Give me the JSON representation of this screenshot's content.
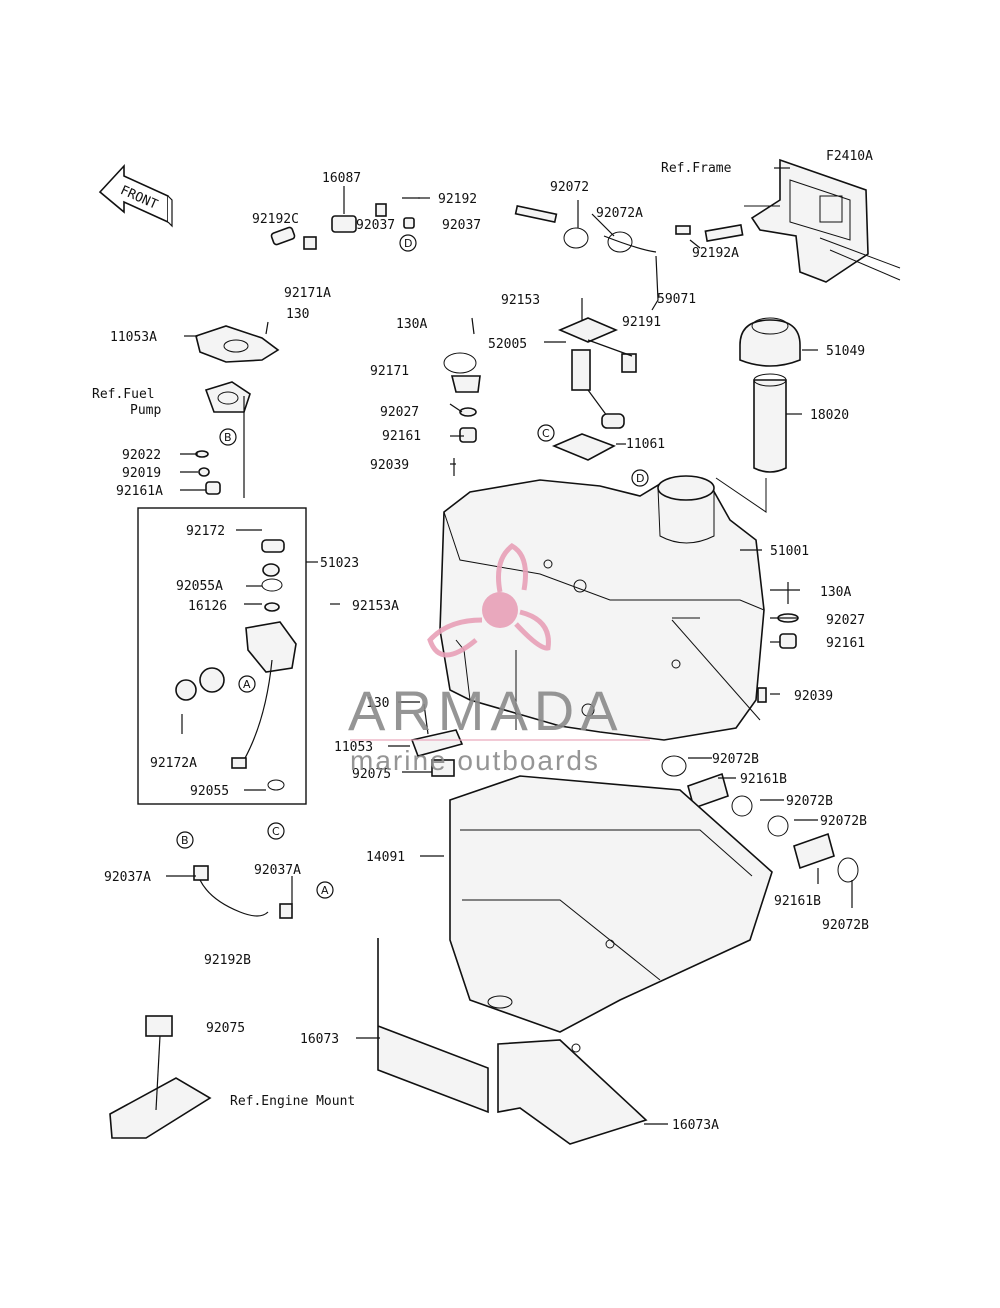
{
  "diagram": {
    "figure_code": "F2410A",
    "front_arrow": "FRONT",
    "callouts": [
      {
        "id": "l_16087",
        "text": "16087"
      },
      {
        "id": "l_92192",
        "text": "92192"
      },
      {
        "id": "l_92192c",
        "text": "92192C"
      },
      {
        "id": "l_92037a_top",
        "text": "92037"
      },
      {
        "id": "l_92037b_top",
        "text": "92037"
      },
      {
        "id": "l_92171a",
        "text": "92171A"
      },
      {
        "id": "l_92072",
        "text": "92072"
      },
      {
        "id": "l_92072a",
        "text": "92072A"
      },
      {
        "id": "l_ref_frame",
        "text": "Ref.Frame"
      },
      {
        "id": "l_92192a",
        "text": "92192A"
      },
      {
        "id": "l_59071",
        "text": "59071"
      },
      {
        "id": "l_92191",
        "text": "92191"
      },
      {
        "id": "l_92153",
        "text": "92153"
      },
      {
        "id": "l_130_top",
        "text": "130"
      },
      {
        "id": "l_11053a",
        "text": "11053A"
      },
      {
        "id": "l_130a_top",
        "text": "130A"
      },
      {
        "id": "l_52005",
        "text": "52005"
      },
      {
        "id": "l_51049",
        "text": "51049"
      },
      {
        "id": "l_ref_fuel",
        "text": "Ref.Fuel"
      },
      {
        "id": "l_pump",
        "text": "Pump"
      },
      {
        "id": "l_92171",
        "text": "92171"
      },
      {
        "id": "l_92027_top",
        "text": "92027"
      },
      {
        "id": "l_92161_top",
        "text": "92161"
      },
      {
        "id": "l_11061",
        "text": "11061"
      },
      {
        "id": "l_18020",
        "text": "18020"
      },
      {
        "id": "l_92022",
        "text": "92022"
      },
      {
        "id": "l_92019",
        "text": "92019"
      },
      {
        "id": "l_92161a",
        "text": "92161A"
      },
      {
        "id": "l_92039_top",
        "text": "92039"
      },
      {
        "id": "l_92172",
        "text": "92172"
      },
      {
        "id": "l_51023",
        "text": "51023"
      },
      {
        "id": "l_51001",
        "text": "51001"
      },
      {
        "id": "l_92055a",
        "text": "92055A"
      },
      {
        "id": "l_130a_right",
        "text": "130A"
      },
      {
        "id": "l_16126",
        "text": "16126"
      },
      {
        "id": "l_92153a",
        "text": "92153A"
      },
      {
        "id": "l_92027_right",
        "text": "92027"
      },
      {
        "id": "l_92161_right",
        "text": "92161"
      },
      {
        "id": "l_92039_right",
        "text": "92039"
      },
      {
        "id": "l_130_mid",
        "text": "130"
      },
      {
        "id": "l_92172a",
        "text": "92172A"
      },
      {
        "id": "l_11053",
        "text": "11053"
      },
      {
        "id": "l_92075_mid",
        "text": "92075"
      },
      {
        "id": "l_92072b_1",
        "text": "92072B"
      },
      {
        "id": "l_92161b_1",
        "text": "92161B"
      },
      {
        "id": "l_92055",
        "text": "92055"
      },
      {
        "id": "l_92072b_2",
        "text": "92072B"
      },
      {
        "id": "l_92072b_3",
        "text": "92072B"
      },
      {
        "id": "l_14091",
        "text": "14091"
      },
      {
        "id": "l_92037a_left",
        "text": "92037A"
      },
      {
        "id": "l_92037a_right",
        "text": "92037A"
      },
      {
        "id": "l_92161b_2",
        "text": "92161B"
      },
      {
        "id": "l_92072b_4",
        "text": "92072B"
      },
      {
        "id": "l_92192b",
        "text": "92192B"
      },
      {
        "id": "l_92075_bottom",
        "text": "92075"
      },
      {
        "id": "l_16073",
        "text": "16073"
      },
      {
        "id": "l_ref_engine",
        "text": "Ref.Engine Mount"
      },
      {
        "id": "l_16073a",
        "text": "16073A"
      }
    ],
    "reference_circles": [
      {
        "id": "c_d_top",
        "text": "D"
      },
      {
        "id": "c_b",
        "text": "B"
      },
      {
        "id": "c_c_tank",
        "text": "C"
      },
      {
        "id": "c_d_tank",
        "text": "D"
      },
      {
        "id": "c_a_pump",
        "text": "A"
      },
      {
        "id": "c_c_bottom",
        "text": "C"
      },
      {
        "id": "c_b_hose",
        "text": "B"
      },
      {
        "id": "c_a_hose",
        "text": "A"
      }
    ]
  },
  "watermark": {
    "brand": "ARMADA",
    "tagline": "marine outboards",
    "logo_color": "#e8a0b8",
    "text_color": "#8a8a8a"
  }
}
